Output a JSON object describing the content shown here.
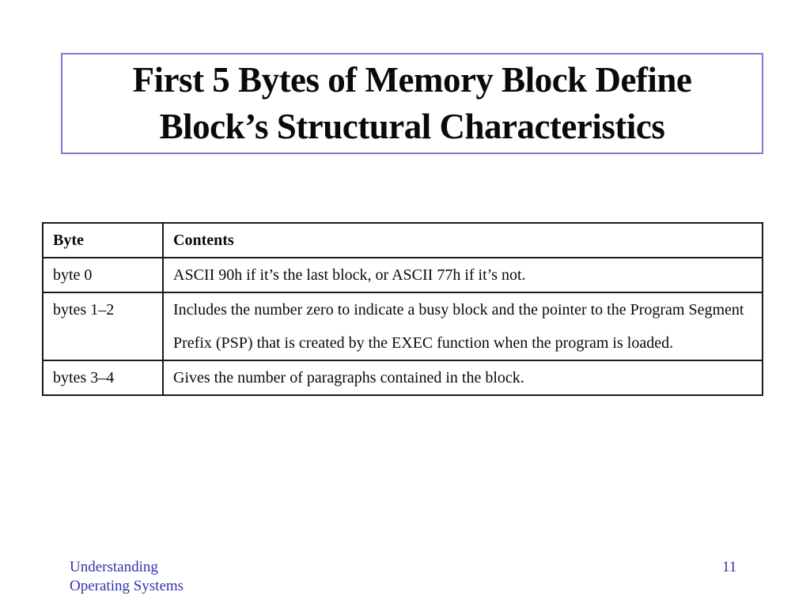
{
  "slide": {
    "title_line1": "First 5 Bytes of Memory Block Define",
    "title_line2": "Block’s Structural Characteristics"
  },
  "table": {
    "headers": [
      "Byte",
      "Contents"
    ],
    "rows": [
      {
        "byte": "byte 0",
        "contents": "ASCII 90h if it’s the last block, or ASCII 77h if it’s not."
      },
      {
        "byte": "bytes 1–2",
        "contents": "Includes the number zero to indicate a busy block and the pointer to the Program Segment Prefix (PSP) that is created by the EXEC function when the program is loaded."
      },
      {
        "byte": "bytes 3–4",
        "contents": "Gives the number of paragraphs contained in the block."
      }
    ]
  },
  "footer": {
    "book_line1": "Understanding",
    "book_line2": "Operating Systems",
    "page_number": "11"
  },
  "colors": {
    "title_border": "#7d7dd4",
    "table_border": "#1a1a1a",
    "footer_text": "#3333ad"
  }
}
